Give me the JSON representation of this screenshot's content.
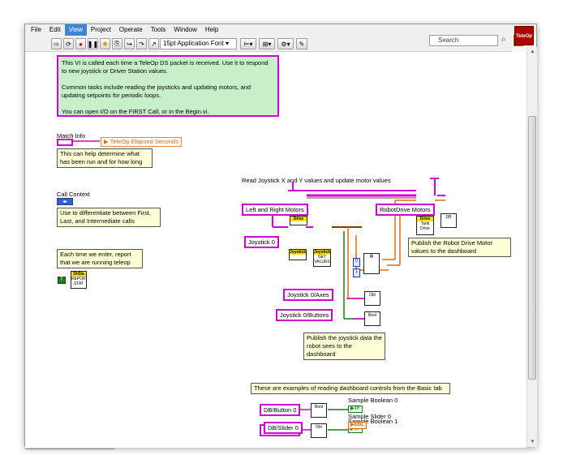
{
  "menu": [
    "File",
    "Edit",
    "View",
    "Project",
    "Operate",
    "Tools",
    "Window",
    "Help"
  ],
  "menu_active": "View",
  "toolbar": {
    "font_label": "15pt Application Font",
    "search_placeholder": "Search",
    "help_label": "?",
    "vi_icon_label": "TeleOp"
  },
  "diagram": {
    "intro_note": "This VI is called each time a TeleOp DS packet is received.  Use it to respond to new joystick or Driver Station values.\n\nCommon tasks include reading the joysticks and updating motors, and updating setpoints for periodic loops.\n\nYou can open I/O on the FIRST Call, or in the Begin.vi.",
    "match_info_label": "Match Info",
    "elapsed_indicator": "TeleOp Elapsed Seconds",
    "match_info_note": "This can help determine what has been run and for how long",
    "call_context_label": "Call Context",
    "call_context_note": "Use to differentiate between First, Last, and Intermediate calls",
    "report_note": "Each time we enter, report that we are running teleop",
    "read_joystick_label": "Read Joystick X and Y values and update motor values",
    "left_right_motors": "Left and Right Motors",
    "robotdrive_motors": "RobotDrive Motors",
    "joystick0": "Joystick 0",
    "publish_drive_note": "Publish the Robot Drive Motor values to the dashboard",
    "joystick0_axes": "Joystick 0/Axes",
    "joystick0_buttons": "Joystick 0/Buttons",
    "publish_joystick_note": "Publish the joystick data the robot sees to the dashboard",
    "dashboard_note": "These are examples of reading dashboard controls from the Basic tab",
    "db_button0": "DB/Button 0",
    "db_button1": "DB/Button 1",
    "db_slider0": "DB/Slider 0",
    "sample_bool0": "Sample Boolean 0",
    "sample_bool1": "Sample Boolean 1",
    "sample_slider0": "Sample Slider 0",
    "tf_label": "TF",
    "dbl_label": "DBL",
    "drive_label": "Drive",
    "joystick_label": "Joystick",
    "get_values_label": "GET VALUES",
    "tank_drive_label": "Tank Drive",
    "db_label": "DB",
    "dbl_small": "Dbl",
    "bool_small": "Bool",
    "index_0": "0",
    "index_1": "1"
  }
}
